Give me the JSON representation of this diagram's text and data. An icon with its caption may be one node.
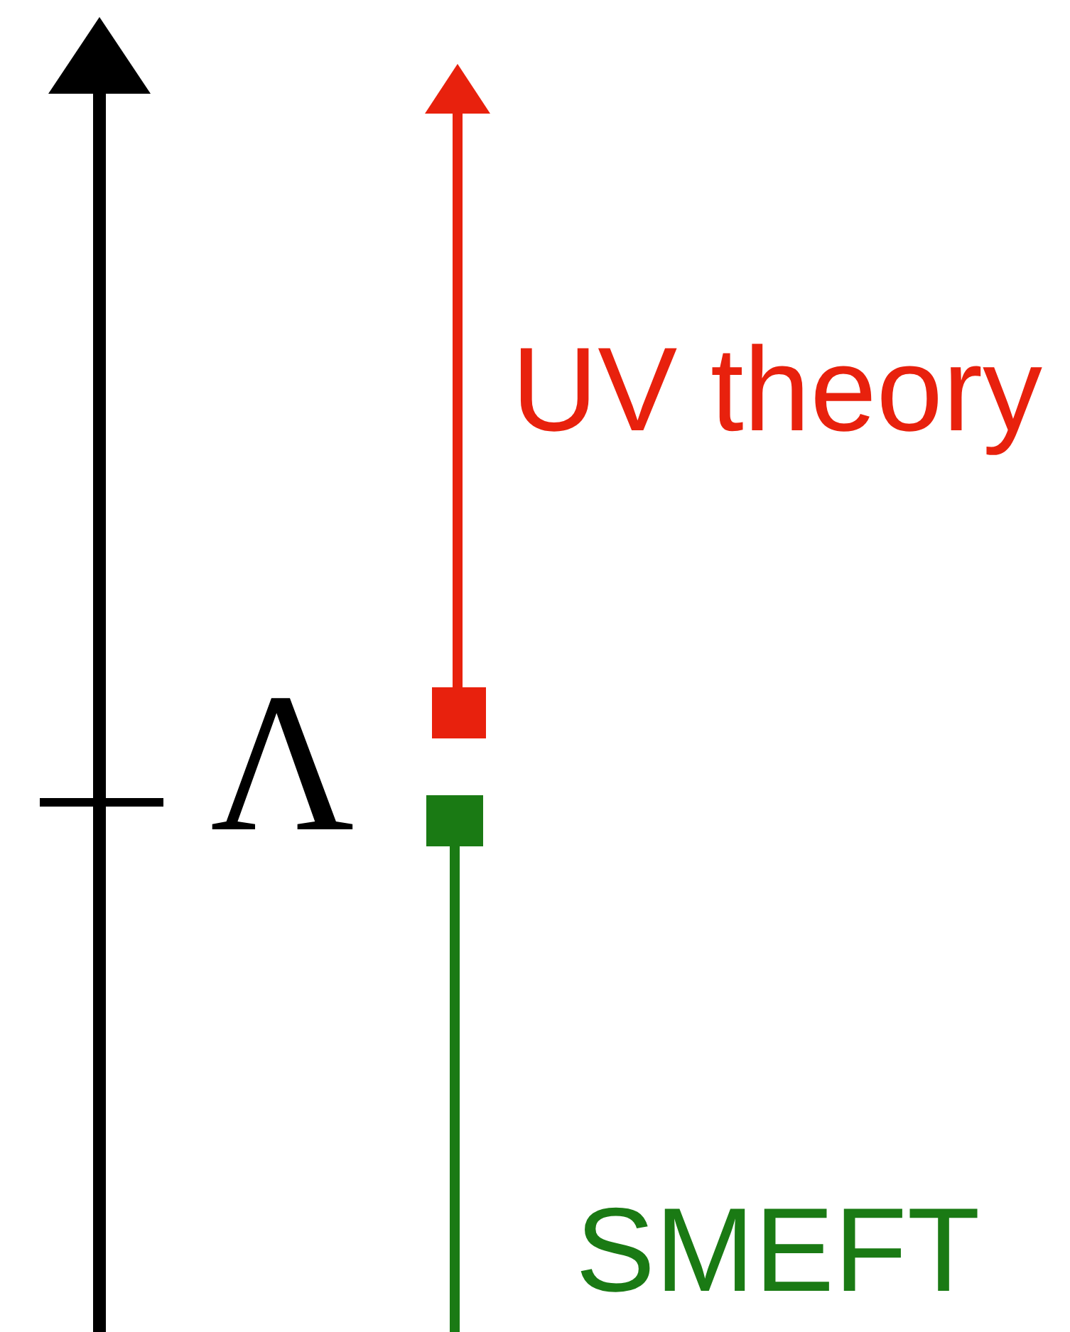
{
  "diagram": {
    "labels": [
      "Λ",
      "UV theory",
      "SMEFT"
    ]
  }
}
